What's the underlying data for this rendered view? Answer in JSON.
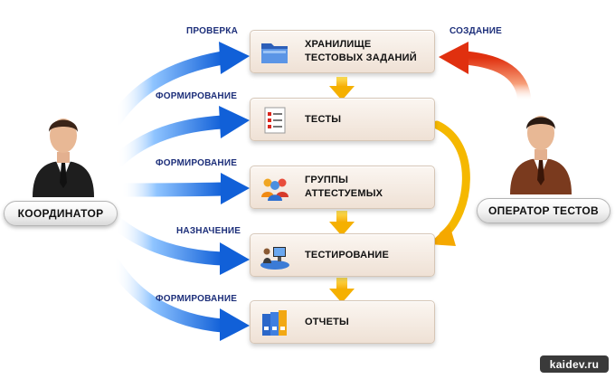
{
  "boxes": [
    {
      "id": "test-storage",
      "label": "ХРАНИЛИЩЕ ТЕСТОВЫХ ЗАДАНИЙ",
      "icon": "folder-icon"
    },
    {
      "id": "tests",
      "label": "ТЕСТЫ",
      "icon": "checklist-icon"
    },
    {
      "id": "groups",
      "label": "ГРУППЫ АТТЕСТУЕМЫХ",
      "icon": "people-group-icon"
    },
    {
      "id": "testing",
      "label": "ТЕСТИРОВАНИЕ",
      "icon": "workstation-icon"
    },
    {
      "id": "reports",
      "label": "ОТЧЕТЫ",
      "icon": "binders-icon"
    }
  ],
  "actions": {
    "check": "ПРОВЕРКА",
    "form1": "ФОРМИРОВАНИЕ",
    "form2": "ФОРМИРОВАНИЕ",
    "assign": "НАЗНАЧЕНИЕ",
    "form3": "ФОРМИРОВАНИЕ",
    "create": "СОЗДАНИЕ"
  },
  "roles": {
    "coordinator": "КООРДИНАТОР",
    "operator": "ОПЕРАТОР ТЕСТОВ"
  },
  "watermark": "kaidev.ru",
  "colors": {
    "blue_arrow": "#2f7fe6",
    "red_arrow": "#e8421c",
    "yellow_arrow": "#f5b800",
    "action_text": "#1d2f7a"
  }
}
